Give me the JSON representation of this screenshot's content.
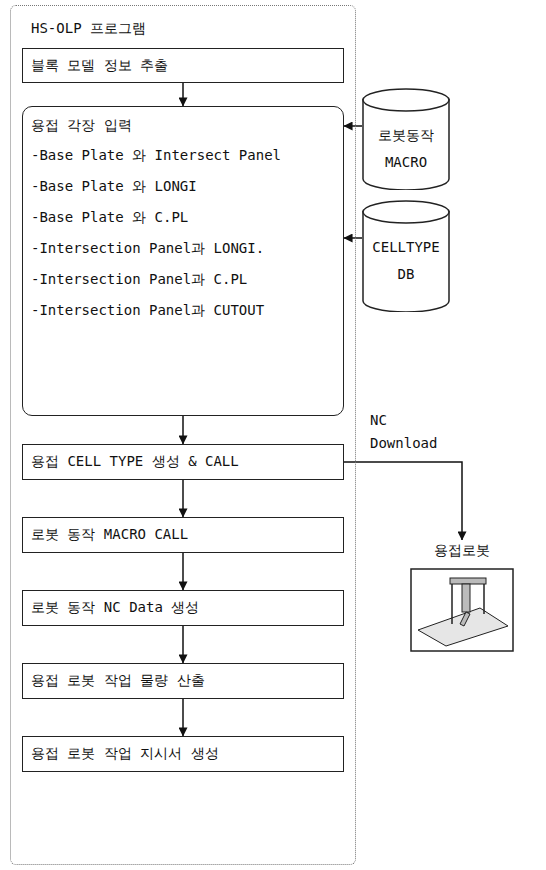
{
  "diagram": {
    "nodes": [
      {
        "text": [
          "HS-OLP 프로그램"
        ]
      },
      {
        "text": [
          "블록 모델 정보 추출"
        ],
        "in": 0
      },
      {
        "text": [
          "용접 각장 입력",
          "-Base Plate 와 Intersect Panel",
          "-Base Plate 와 LONGI",
          "-Base Plate 와 C.PL",
          "-Intersection Panel과 LONGI.",
          "-Intersection Panel과 C.PL",
          "-Intersection Panel과 CUTOUT"
        ],
        "in": 0
      },
      {
        "text": [
          "용접 CELL TYPE 생성 & CALL"
        ],
        "in": 0
      },
      {
        "text": [
          "로봇 동작 MACRO CALL"
        ],
        "in": 0
      },
      {
        "text": [
          "로봇 동작 NC Data 생성"
        ],
        "in": 0
      },
      {
        "text": [
          "용접 로봇 작업 물량 산출"
        ],
        "in": 0
      },
      {
        "text": [
          "용접 로봇 작업 지시서 생성"
        ],
        "in": 0
      },
      {
        "text": [
          "로봇동작 MACRO"
        ]
      },
      {
        "text": [
          "CELLTYPE DB"
        ]
      },
      {
        "text": [
          "용접로봇"
        ]
      }
    ],
    "edges": [
      {
        "from": 1,
        "to": 2,
        "arrow": "to"
      },
      {
        "from": 2,
        "to": 3,
        "arrow": "to"
      },
      {
        "from": 3,
        "to": 4,
        "arrow": "to"
      },
      {
        "from": 4,
        "to": 5,
        "arrow": "to"
      },
      {
        "from": 5,
        "to": 6,
        "arrow": "to"
      },
      {
        "from": 6,
        "to": 7,
        "arrow": "to"
      },
      {
        "from": 8,
        "to": 2,
        "arrow": "to"
      },
      {
        "from": 9,
        "to": 2,
        "arrow": "to"
      },
      {
        "from": 3,
        "to": 10,
        "label": "NC Download",
        "arrow": "to"
      }
    ]
  }
}
